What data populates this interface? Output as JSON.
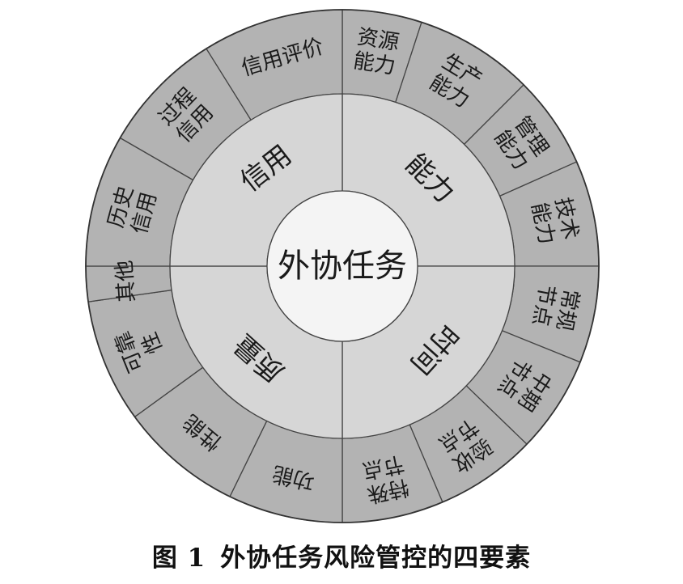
{
  "diagram": {
    "center": "外协任务",
    "categories": [
      {
        "label": "能力",
        "items": [
          [
            "资源",
            "能力"
          ],
          [
            "生产",
            "能力"
          ],
          [
            "管理",
            "能力"
          ],
          [
            "技术",
            "能力"
          ]
        ]
      },
      {
        "label": "时间",
        "items": [
          [
            "常规",
            "节点"
          ],
          [
            "中期",
            "节点"
          ],
          [
            "验收",
            "节点"
          ],
          [
            "特殊",
            "节点"
          ]
        ]
      },
      {
        "label": "质量",
        "items": [
          [
            "功能"
          ],
          [
            "性能"
          ],
          [
            "可靠",
            "性"
          ],
          [
            "其他"
          ]
        ]
      },
      {
        "label": "信用",
        "items": [
          [
            "历史",
            "信用"
          ],
          [
            "过程",
            "信用"
          ],
          [
            "信用评价"
          ]
        ]
      }
    ]
  },
  "caption": {
    "figure_number": "图 1",
    "title": "外协任务风险管控的四要素"
  }
}
